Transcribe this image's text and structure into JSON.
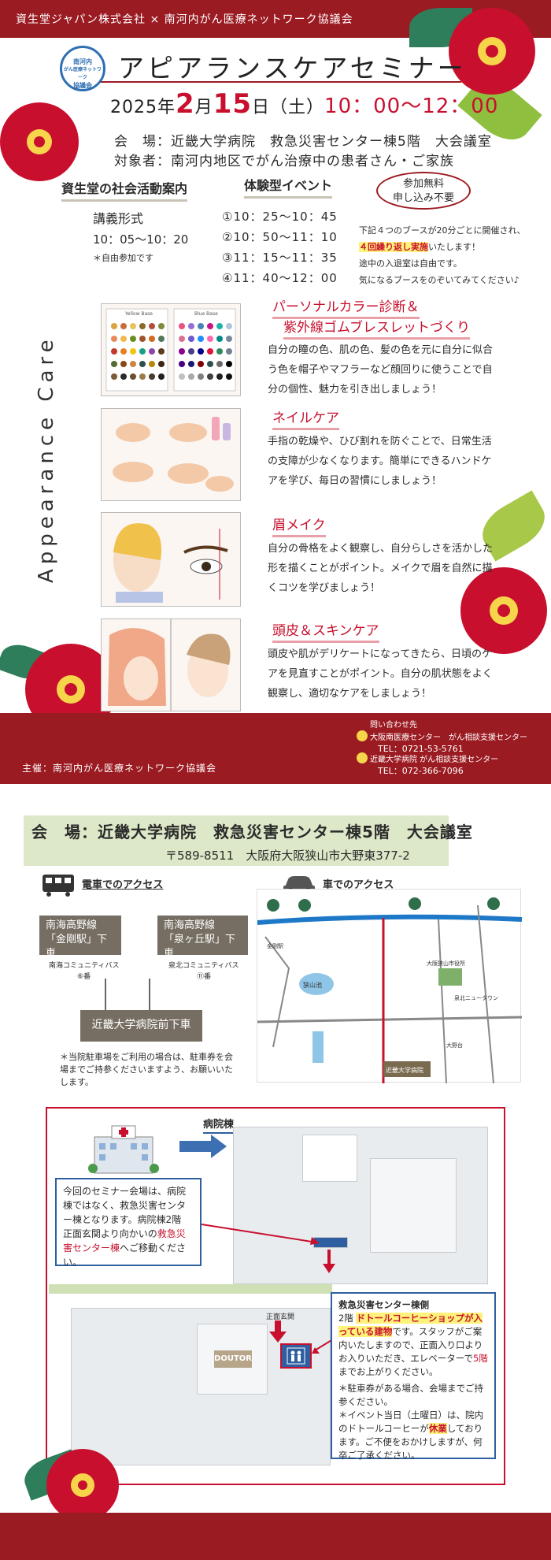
{
  "header": {
    "organizers": "資生堂ジャパン株式会社 × 南河内がん医療ネットワーク協議会",
    "logo_text": [
      "南河内",
      "がん医療ネットワーク",
      "協議会"
    ],
    "title": "アピアランスケアセミナー",
    "date_year": "2025年",
    "date_month": "2",
    "date_month_suffix": "月",
    "date_day": "15",
    "date_day_suffix": "日（土）",
    "date_time": "10：00〜12：00",
    "venue_line": "会　場：近畿大学病院　救急災害センター棟5階　大会議室",
    "target_line": "対象者：南河内地区でがん治療中の患者さん・ご家族"
  },
  "lecture": {
    "heading": "資生堂の社会活動案内",
    "format": "講義形式",
    "time": "10：05〜10：20",
    "note": "＊自由参加です"
  },
  "experience": {
    "heading": "体験型イベント",
    "badge": [
      "参加無料",
      "申し込み不要"
    ],
    "sessions": [
      "①10：25〜10：45",
      "②10：50〜11：10",
      "③11：15〜11：35",
      "④11：40〜12：00"
    ],
    "notes": {
      "line1": "下記４つのブースが20分ごとに開催され、",
      "line2_highlight": "４回繰り返し実施",
      "line2_rest": "いたします！",
      "line3": "途中の入退室は自由です。",
      "line4": "気になるブースをのぞいてみてください♪"
    }
  },
  "side_label": "Appearance Care",
  "activities": [
    {
      "title": "パーソナルカラー診断＆",
      "title2": "紫外線ゴムブレスレットづくり",
      "body": "自分の瞳の色、肌の色、髪の色を元に自分に似合う色を帽子やマフラーなど顔回りに使うことで自分の個性、魅力を引き出しましょう！"
    },
    {
      "title": "ネイルケア",
      "body": "手指の乾燥や、ひび割れを防ぐことで、日常生活の支障が少なくなります。簡単にできるハンドケアを学び、毎日の習慣にしましょう！"
    },
    {
      "title": "眉メイク",
      "body": "自分の骨格をよく観察し、自分らしさを活かした形を描くことがポイント。メイクで眉を自然に描くコツを学びましょう！"
    },
    {
      "title": "頭皮＆スキンケア",
      "body": "頭皮や肌がデリケートになってきたら、日頃のケアを見直すことがポイント。自分の肌状態をよく観察し、適切なケアをしましょう！"
    }
  ],
  "palette_labels": [
    "Yellow Base",
    "Blue Base"
  ],
  "footer": {
    "sponsor": "主催：南河内がん医療ネットワーク協議会",
    "contact_title": "問い合わせ先",
    "contact1_org": "大阪南医療センター　がん相談支援センター",
    "contact1_tel": "TEL：0721-53-5761",
    "contact2_org": "近畿大学病院 がん相談支援センター",
    "contact2_tel": "TEL：072-366-7096"
  },
  "access": {
    "venue": "会　場：近畿大学病院　救急災害センター棟5階　大会議室",
    "address": "〒589-8511　大阪府大阪狭山市大野東377-2",
    "train_heading": "電車でのアクセス",
    "car_heading": "車でのアクセス",
    "line1": [
      "南海高野線",
      "「金剛駅」下車"
    ],
    "line2": [
      "南海高野線",
      "「泉ヶ丘駅」下車"
    ],
    "bus1": [
      "南海コミュニティバス",
      "⑥番"
    ],
    "bus2": [
      "泉北コミュニティバス",
      "⑪番"
    ],
    "dest": "近畿大学病院前下車",
    "parking_note": "＊当院駐車場をご利用の場合は、駐車券を会場までご持参くださいますよう、お願いいたします。",
    "map_labels": [
      "狭山池",
      "近畿大学病院",
      "大阪狭山市役所",
      "大野台",
      "泉北ニュータウン",
      "金剛駅"
    ]
  },
  "floorguide": {
    "building_label": "病院棟",
    "msg1_a": "今回のセミナー会場は、病院棟ではなく、救急災害センター棟となります。病院棟2階　正面玄関より向かいの",
    "msg1_red": "救急災害センター棟",
    "msg1_b": "へご移動ください。",
    "msg2_head": "救急災害センター棟側",
    "msg2_floor": "2階",
    "msg2_shop": "ドトールコーヒーショップが入っている建物",
    "msg2_a": "です。スタッフがご案内いたしますので、正面入り口よりお入りいただき、エレベーターで",
    "msg2_red": "5階",
    "msg2_b": "までお上がりください。",
    "msg2_c": "＊駐車券がある場合、会場までご持参ください。",
    "msg2_d1": "＊イベント当日（土曜日）は、院内のドトールコーヒーが",
    "msg2_d_hl": "休業",
    "msg2_d2": "しております。ご不便をおかけしますが、何卒ご了承ください。",
    "shop_name": "DOUTOR",
    "entrance_label": "正面玄関"
  },
  "colors": {
    "brand_red": "#9b1b22",
    "accent_red": "#c8102e",
    "leaf_green": "#2e7d5b",
    "venue_green": "#dde8c8",
    "grey_box": "#766e62"
  }
}
